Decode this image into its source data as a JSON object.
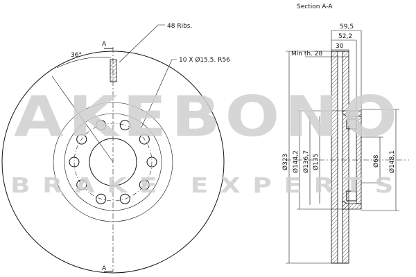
{
  "section_title": "Section A-A",
  "section_marker": "A",
  "annotations": {
    "ribs": "48 Ribs.",
    "holes": "10 X Ø15,5. R56",
    "angle": "36°",
    "min_thickness": "Min th. 28"
  },
  "dimensions": {
    "width_total": "59,5",
    "width_hat": "52,2",
    "width_disc": "30",
    "d_outer": "Ø323",
    "d_144": "Ø144,2",
    "d_136": "Ø136,7",
    "d_135": "Ø135",
    "d_68": "Ø68",
    "d_148": "Ø148,1"
  },
  "watermark": {
    "logo_text": "AKEBONO",
    "tagline": "BRAKE EXPERTS"
  },
  "colors": {
    "line": "#111111",
    "watermark": "#cfcfcf"
  }
}
